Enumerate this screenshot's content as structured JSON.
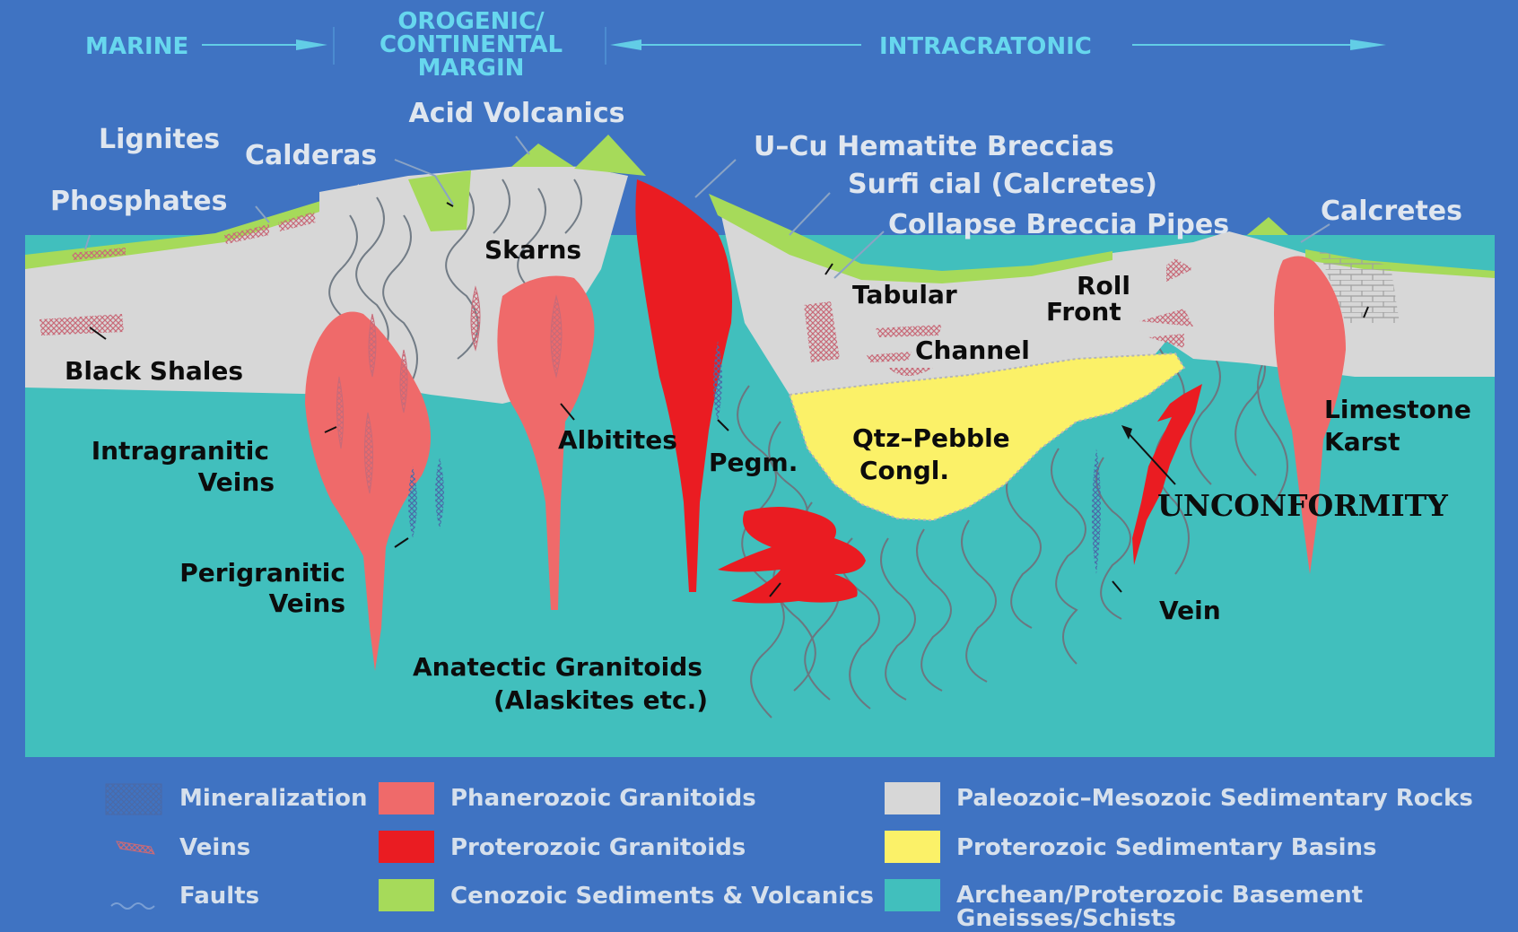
{
  "header": {
    "marine": "MARINE",
    "orogenic": [
      "OROGENIC/",
      "CONTINENTAL",
      "MARGIN"
    ],
    "intracratonic": "INTRACRATONIC"
  },
  "labels": {
    "acid_volcanics": "Acid Volcanics",
    "lignites": "Lignites",
    "calderas": "Calderas",
    "phosphates": "Phosphates",
    "u_cu": "U–Cu Hematite Breccias",
    "surficial": "Surfi  cial (Calcretes)",
    "collapse": "Collapse Breccia Pipes",
    "calcretes": "Calcretes",
    "skarns": "Skarns",
    "tabular": "Tabular",
    "roll_front": [
      "Roll",
      "Front"
    ],
    "channel": "Channel",
    "black_shales": "Black Shales",
    "intragranitic": [
      "Intragranitic",
      "Veins"
    ],
    "albitites": "Albitites",
    "pegm": "Pegm.",
    "qtz_pebble": [
      "Qtz–Pebble",
      "Congl."
    ],
    "limestone_karst": [
      "Limestone",
      "Karst"
    ],
    "unconformity": "UNCONFORMITY",
    "perigranitic": [
      "Perigranitic",
      "Veins"
    ],
    "vein": "Vein",
    "anatectic": [
      "Anatectic Granitoids",
      "(Alaskites etc.)"
    ]
  },
  "legend": {
    "items": [
      {
        "label": "Mineralization",
        "swatch": "mineralization-icon"
      },
      {
        "label": "Veins",
        "swatch": "vein-icon"
      },
      {
        "label": "Faults",
        "swatch": "fault-icon"
      },
      {
        "label": "Phanerozoic Granitoids",
        "color": "#ef6a6a"
      },
      {
        "label": "Proterozoic Granitoids",
        "color": "#ea1c22"
      },
      {
        "label": "Cenozoic Sediments & Volcanics",
        "color": "#a6da5a"
      },
      {
        "label": "Paleozoic–Mesozoic Sedimentary Rocks",
        "color": "#d7d7d7"
      },
      {
        "label": "Proterozoic Sedimentary Basins",
        "color": "#fbf168"
      },
      {
        "label": [
          "Archean/Proterozoic Basement",
          "Gneisses/Schists"
        ],
        "color": "#41bfbd"
      }
    ]
  },
  "colors": {
    "background": "#3f73c2",
    "basement": "#41bfbd",
    "sediments": "#d7d7d7",
    "cenozoic": "#a6da5a",
    "phanerozoic_granitoids": "#ef6a6a",
    "proterozoic_granitoids": "#ea1c22",
    "proterozoic_basins": "#fbf168",
    "header_text": "#67d7ee"
  }
}
